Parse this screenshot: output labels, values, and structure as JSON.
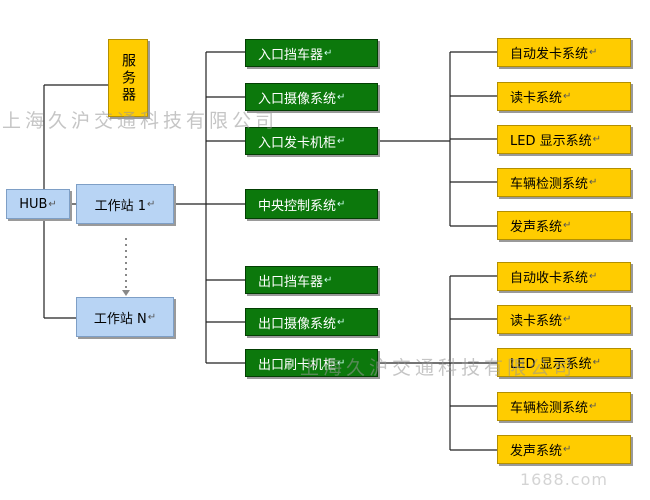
{
  "diagram": {
    "hub": "HUB",
    "server": "服务器",
    "workstation_1": "工作站 1",
    "workstation_n": "工作站 N",
    "paragraph_mark": "↵",
    "middle_nodes": [
      "入口挡车器",
      "入口摄像系统",
      "入口发卡机柜",
      "中央控制系统",
      "出口挡车器",
      "出口摄像系统",
      "出口刷卡机柜"
    ],
    "entry_subsystems": [
      "自动发卡系统",
      "读卡系统",
      "LED 显示系统",
      "车辆检测系统",
      "发声系统"
    ],
    "exit_subsystems": [
      "自动收卡系统",
      "读卡系统",
      "LED 显示系统",
      "车辆检测系统",
      "发声系统"
    ],
    "colors": {
      "blue_box": "#b8d4f4",
      "green_box": "#0c780c",
      "yellow_box": "#ffcc00",
      "line": "#222222"
    }
  },
  "watermarks": [
    "上海久沪交通科技有限公司",
    "上海久沪交通科技有限公司",
    "1688.com"
  ]
}
